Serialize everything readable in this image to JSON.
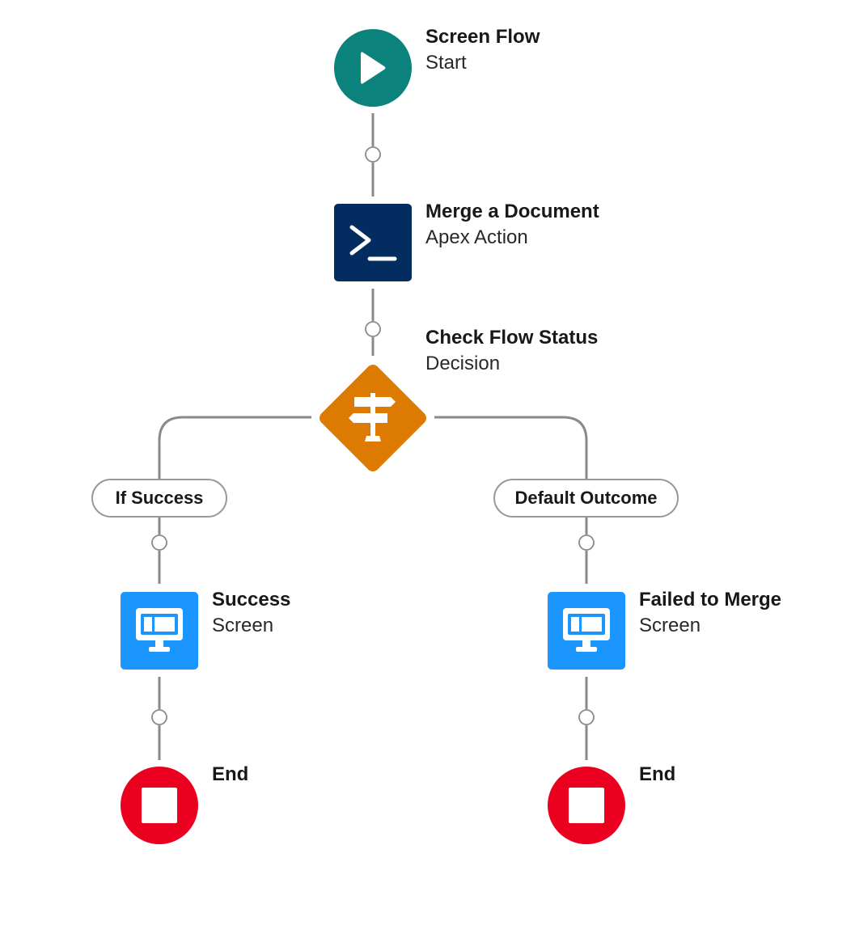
{
  "colors": {
    "start": "#0b827c",
    "apex": "#032d60",
    "decision": "#dd7a01",
    "screen": "#1b96ff",
    "end": "#ea001e",
    "connector": "#8a8a8a"
  },
  "nodes": {
    "start": {
      "title": "Screen Flow",
      "subtitle": "Start",
      "icon": "play-icon"
    },
    "apex": {
      "title": "Merge a Document",
      "subtitle": "Apex Action",
      "icon": "terminal-icon"
    },
    "decision": {
      "title": "Check Flow Status",
      "subtitle": "Decision",
      "icon": "signpost-icon"
    },
    "success_screen": {
      "title": "Success",
      "subtitle": "Screen",
      "icon": "screen-icon"
    },
    "failed_screen": {
      "title": "Failed to Merge",
      "subtitle": "Screen",
      "icon": "screen-icon"
    },
    "end_left": {
      "title": "End",
      "icon": "stop-icon"
    },
    "end_right": {
      "title": "End",
      "icon": "stop-icon"
    }
  },
  "outcomes": {
    "left": "If Success",
    "right": "Default Outcome"
  }
}
